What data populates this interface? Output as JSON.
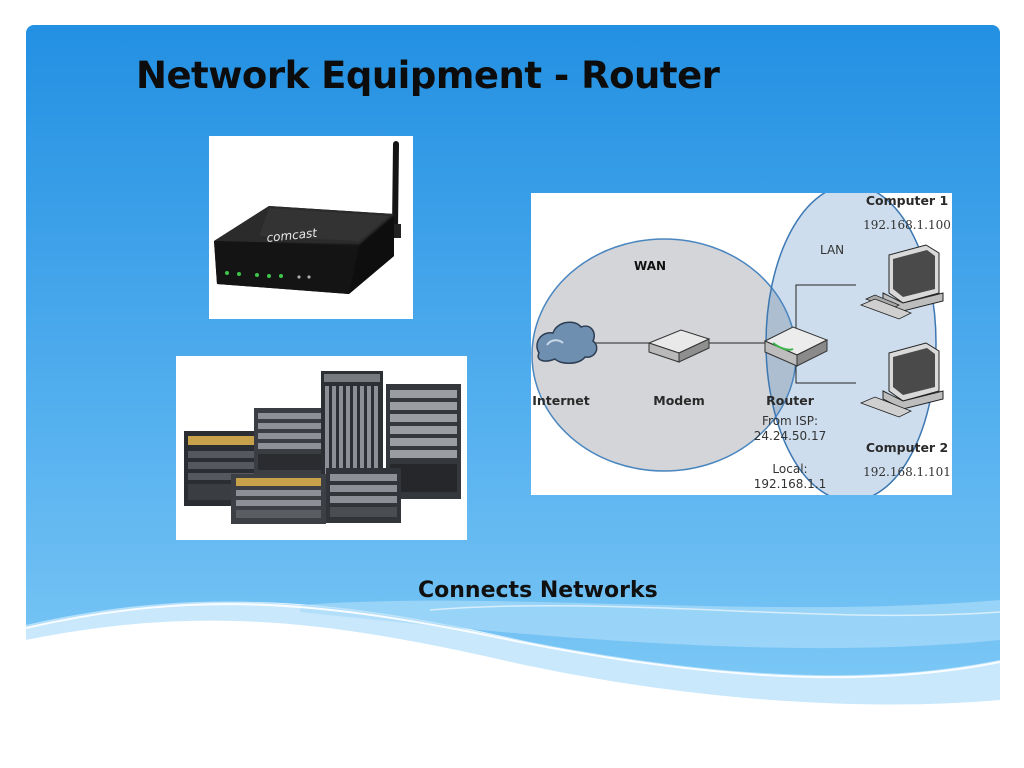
{
  "slide": {
    "title": "Network Equipment - Router",
    "caption": "Connects Networks"
  },
  "router_photo": {
    "brand": "comcast"
  },
  "diagram": {
    "wan_label": "WAN",
    "lan_label": "LAN",
    "nodes": {
      "internet": "Internet",
      "modem": "Modem",
      "router": "Router",
      "computer1": "Computer 1",
      "computer2": "Computer 2"
    },
    "router_info": {
      "isp_label": "From ISP:",
      "isp_ip": "24.24.50.17",
      "local_label": "Local:",
      "local_ip": "192.168.1.1"
    },
    "computer1_ip": "192.168.1.100",
    "computer2_ip": "192.168.1.101"
  },
  "colors": {
    "background_top": "#2390e2",
    "background_bottom": "#7ec9f6",
    "wave": "#bfe4fb",
    "wan_circle": "#d3d5d8",
    "lan_circle": "#4a86c0"
  }
}
